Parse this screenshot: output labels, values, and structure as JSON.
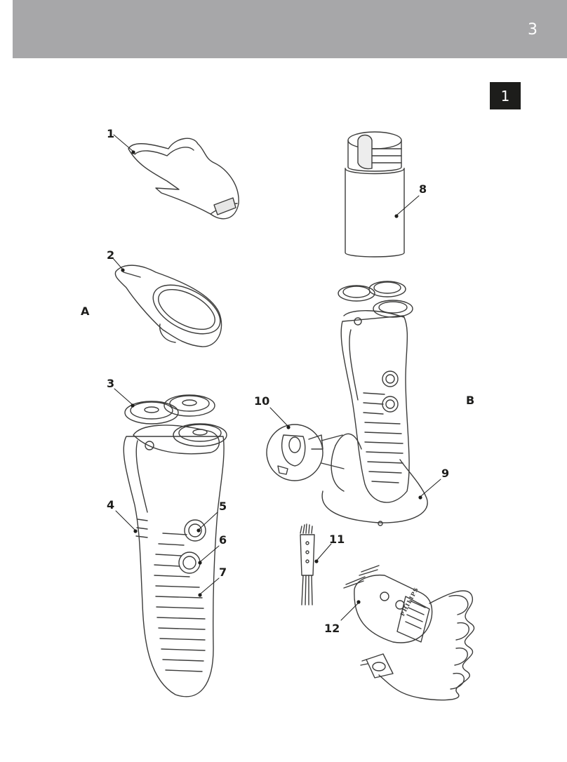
{
  "header": {
    "page_number": "3",
    "section_tab": "1"
  },
  "figure": {
    "group_labels": {
      "a": "A",
      "b": "B"
    },
    "callouts": [
      "1",
      "2",
      "3",
      "4",
      "5",
      "6",
      "7",
      "8",
      "9",
      "10",
      "11",
      "12"
    ],
    "adapter_brand": "PHILIPS"
  },
  "colors": {
    "header_bar": "#a7a7a9",
    "section_tab": "#1d1d1b",
    "line_art": "#3c3c3b"
  }
}
